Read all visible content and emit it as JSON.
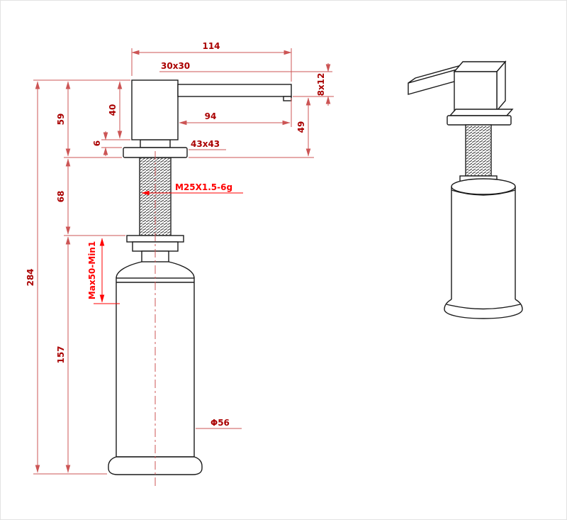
{
  "colors": {
    "background": "#ffffff",
    "outline": "#1a1a1a",
    "dimension_line": "#cc5555",
    "dimension_text": "#aa0000",
    "highlight_text": "#ff0000"
  },
  "dims": {
    "d114": "114",
    "d30x30": "30x30",
    "d40": "40",
    "d94": "94",
    "d59": "59",
    "d6": "6",
    "d49": "49",
    "d8x12": "8x12",
    "d43x43": "43x43",
    "thread_spec": "M25X1.5-6g",
    "d68": "68",
    "adjust_range": "Max50-Min1",
    "d284": "284",
    "d157": "157",
    "dia56": "Φ56"
  }
}
